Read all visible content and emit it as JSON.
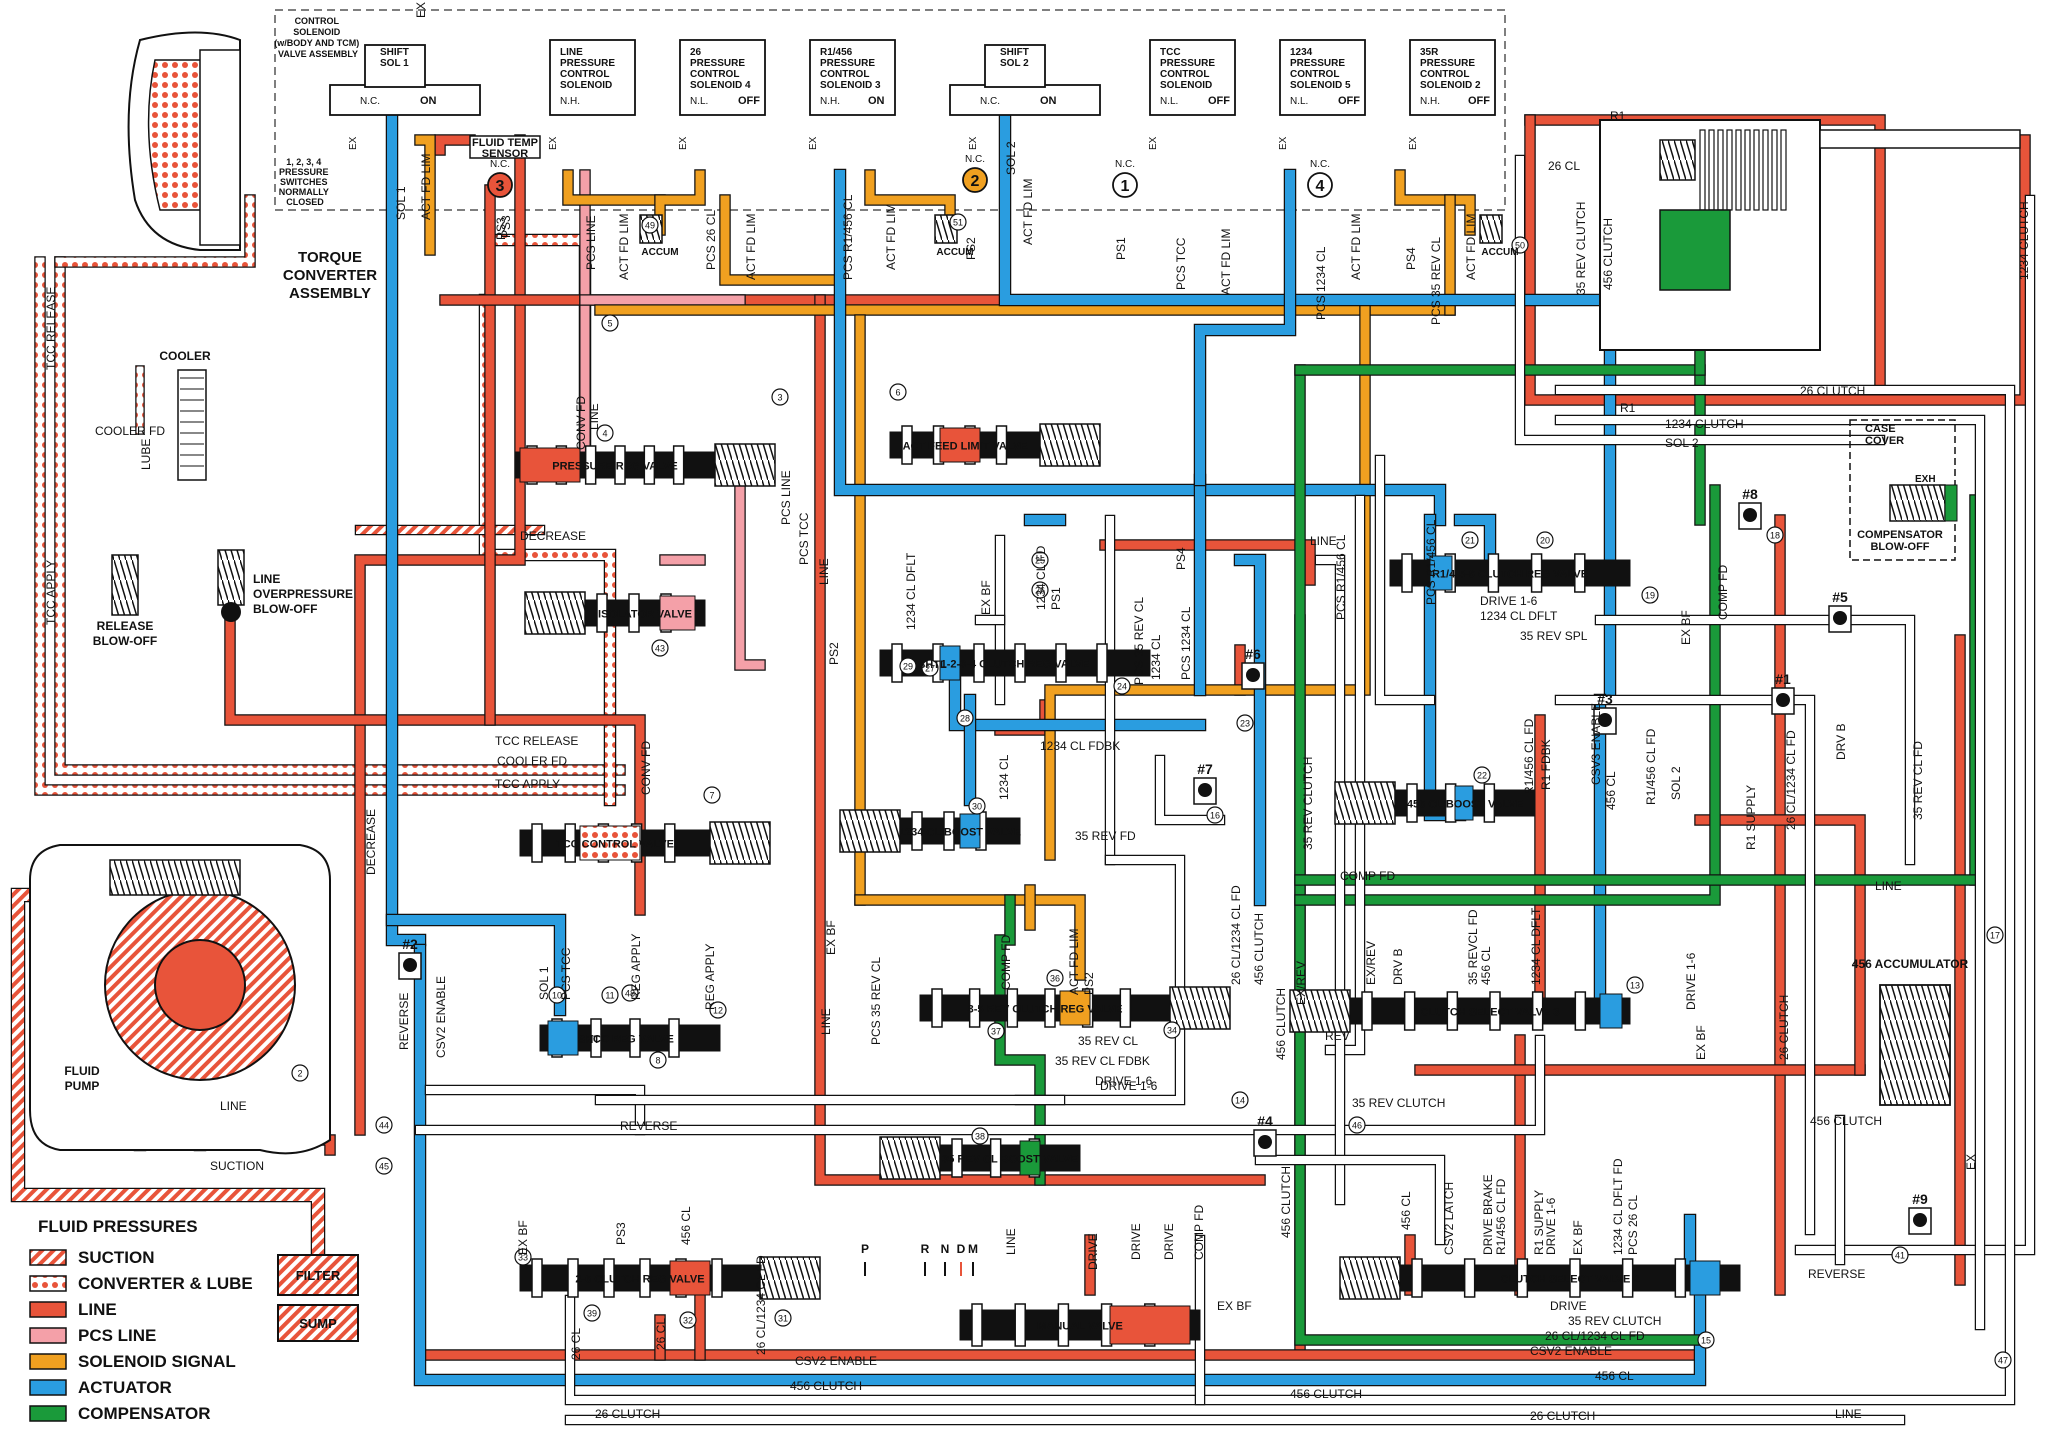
{
  "colors": {
    "suction": "#e8543a",
    "converter": "#e8543a",
    "line": "#e8543a",
    "pcs_line": "#f4a0a8",
    "solenoid_signal": "#f0a020",
    "actuator": "#2a9de0",
    "compensator": "#1a9a3a",
    "exhaust": "#ffffff",
    "body": "#111111"
  },
  "legend": {
    "title": "FLUID PRESSURES",
    "items": [
      {
        "label": "SUCTION",
        "style": "hatch"
      },
      {
        "label": "CONVERTER & LUBE",
        "style": "dots"
      },
      {
        "label": "LINE",
        "style": "solid"
      },
      {
        "label": "PCS LINE",
        "style": "pink"
      },
      {
        "label": "SOLENOID SIGNAL",
        "style": "orange"
      },
      {
        "label": "ACTUATOR",
        "style": "blue"
      },
      {
        "label": "COMPENSATOR",
        "style": "green"
      }
    ]
  },
  "header": {
    "control_solenoid": [
      "CONTROL",
      "SOLENOID",
      "(w/BODY AND TCM)",
      "VALVE ASSEMBLY"
    ],
    "pressure_switch_note": [
      "1, 2, 3, 4",
      "PRESSURE",
      "SWITCHES",
      "NORMALLY",
      "CLOSED"
    ]
  },
  "solenoids": [
    {
      "title": [
        "SHIFT",
        "SOL 1"
      ],
      "type": "N.C.",
      "state": "ON"
    },
    {
      "title": [
        "LINE",
        "PRESSURE",
        "CONTROL",
        "SOLENOID"
      ],
      "type": "N.H.",
      "state": ""
    },
    {
      "title": [
        "26",
        "PRESSURE",
        "CONTROL",
        "SOLENOID 4"
      ],
      "type": "N.L.",
      "state": "OFF"
    },
    {
      "title": [
        "R1/456",
        "PRESSURE",
        "CONTROL",
        "SOLENOID 3"
      ],
      "type": "N.H.",
      "state": "ON"
    },
    {
      "title": [
        "SHIFT",
        "SOL 2"
      ],
      "type": "N.C.",
      "state": "ON"
    },
    {
      "title": [
        "TCC",
        "PRESSURE",
        "CONTROL",
        "SOLENOID"
      ],
      "type": "N.L.",
      "state": "OFF"
    },
    {
      "title": [
        "1234",
        "PRESSURE",
        "CONTROL",
        "SOLENOID 5"
      ],
      "type": "N.L.",
      "state": "OFF"
    },
    {
      "title": [
        "35R",
        "PRESSURE",
        "CONTROL",
        "SOLENOID 2"
      ],
      "type": "N.H.",
      "state": "OFF"
    }
  ],
  "valves": [
    {
      "label": "PRESSURE REG VALVE"
    },
    {
      "label": "ACT FEED LIMIT VALVE"
    },
    {
      "label": "ISOLATOR VALVE"
    },
    {
      "label": "1-2-3-4 CLUTCH REG VALVE"
    },
    {
      "label": "SHTL"
    },
    {
      "label": "R1/4-5-6 CLUTCH REG VALVE"
    },
    {
      "label": "TCC CONTROL VALVE"
    },
    {
      "label": "1234 CL BOOST VALVE"
    },
    {
      "label": "456 CL BOOST VALVE"
    },
    {
      "label": "3-5 REV CLUTCH REG VALVE"
    },
    {
      "label": "TCC REG VALVE"
    },
    {
      "label": "SHTL"
    },
    {
      "label": "CLUTCH SELECT VALVE 3"
    },
    {
      "label": "35 REV CL BOOST VALVE"
    },
    {
      "label": "2-6 CLUTCH REG VALVE"
    },
    {
      "label": "MANUAL VALVE"
    },
    {
      "label": "CLUTCH SELECT VALVE 2"
    }
  ],
  "components": {
    "torque_converter": [
      "TORQUE",
      "CONVERTER",
      "ASSEMBLY"
    ],
    "cooler": "COOLER",
    "release_blowoff": [
      "RELEASE",
      "BLOW-OFF"
    ],
    "line_overpressure": [
      "LINE",
      "OVERPRESSURE",
      "BLOW-OFF"
    ],
    "fluid_pump": [
      "FLUID",
      "PUMP"
    ],
    "filter": "FILTER",
    "sump": "SUMP",
    "fluid_temp_sensor": [
      "FLUID TEMP",
      "SENSOR"
    ],
    "case_cover": [
      "CASE",
      "COVER"
    ],
    "compensator_blowoff": [
      "COMPENSATOR",
      "BLOW-OFF"
    ],
    "accumulator_456": "456 ACCUMULATOR",
    "accum": "ACCUM",
    "exh": "EXH",
    "manual_positions": [
      "P",
      "R",
      "N",
      "D",
      "M"
    ]
  },
  "pressure_switches": [
    "1",
    "2",
    "3",
    "4"
  ],
  "checkballs": [
    "#1",
    "#2",
    "#3",
    "#4",
    "#5",
    "#6",
    "#7",
    "#8",
    "#9"
  ],
  "passage_labels": [
    "SOL 1",
    "ACT FD LIM",
    "EX",
    "PS3",
    "PCS LINE",
    "ACT FD LIM",
    "PCS 26 CL",
    "ACT FD LIM",
    "PCS R1/456 CL",
    "ACT FD LIM",
    "PS2",
    "SOL 2",
    "ACT FD LIM",
    "PS1",
    "PCS TCC",
    "ACT FD LIM",
    "PCS 1234 CL",
    "ACT FD LIM",
    "PS4",
    "PCS 35 REV CL",
    "ACT FD LIM",
    "R1",
    "26 CL",
    "1234 CLUTCH",
    "35 REV CLUTCH",
    "456 CLUTCH",
    "26 CLUTCH",
    "1234 CLUTCH",
    "SOL 2",
    "R1",
    "COOLER FD",
    "LUBE",
    "TCC RELEASE",
    "TCC APPLY",
    "CONV FD",
    "LINE",
    "DECREASE",
    "PCS LINE",
    "PCS TCC",
    "LINE",
    "PS3",
    "TCC RELEASE",
    "COOLER FD",
    "TCC APPLY",
    "CONV FD",
    "SUCTION",
    "LINE",
    "DECREASE",
    "REVERSE",
    "CSV2 ENABLE",
    "SOL 1",
    "PCS TCC",
    "REG APPLY",
    "REG APPLY",
    "REVERSE",
    "DRIVE 1-6",
    "1234 CL DFLT",
    "EX BF",
    "1234 CL FD",
    "PS1",
    "PS2",
    "1234 CL FDBK",
    "1234 CL",
    "35 REV FD",
    "COMP FD",
    "ACT FD LIM",
    "PS2",
    "PCS 35 REV CL",
    "35 REV CL",
    "35 REV CL FDBK",
    "DRIVE 1-6",
    "EX BF",
    "LINE",
    "PCS 35 REV CL",
    "1234 CL",
    "PCS 1234 CL",
    "PS4",
    "PCS R1/456 CL",
    "35 REV CLUTCH",
    "26 CL/1234 CL FD",
    "456 CLUTCH",
    "EX/REV",
    "REV",
    "EX/REV",
    "DRV B",
    "35 REVCL FD",
    "456 CL",
    "1234 CL DFLT",
    "LINE",
    "35 REV SPL",
    "1234 CL DFLT",
    "DRIVE 1-6",
    "PCS R1/456 CL",
    "R1/456 CL FD",
    "R1 FDBK",
    "456 CL",
    "CSV3 ENABLE",
    "R1/456 CL FD",
    "SOL 2",
    "EX BF",
    "COMP FD",
    "R1 SUPPLY",
    "26 CL/1234 CL FD",
    "DRV B",
    "35 REV CL FD",
    "DRIVE 1-6",
    "EX BF",
    "26 CLUTCH",
    "456 CLUTCH",
    "456 CL",
    "CSV2 LATCH",
    "DRIVE BRAKE",
    "R1/456 CL FD",
    "R1 SUPPLY",
    "DRIVE 1-6",
    "EX BF",
    "1234 CL DFLT FD",
    "PCS 26 CL",
    "EX BF",
    "PS3",
    "456 CL",
    "26 CL",
    "26 CL",
    "26 CL/1234 CL FD",
    "CSV2 ENABLE",
    "456 CLUTCH",
    "26 CLUTCH",
    "456 CLUTCH",
    "LINE",
    "DRIVE",
    "35 REV CLUTCH",
    "26 CL/1234 CL FD",
    "CSV2 ENABLE",
    "456 CL",
    "REVERSE",
    "LINE",
    "DRIVE",
    "DRIVE",
    "DRIVE",
    "COMP FD",
    "COMP FD",
    "LINE",
    "EX",
    "EX BF",
    "35 REV CLUTCH",
    "456 CLUTCH",
    "456 CLUTCH",
    "26 CLUTCH"
  ],
  "orifice_numbers": [
    "2",
    "3",
    "4",
    "5",
    "6",
    "7",
    "8",
    "10",
    "11",
    "12",
    "13",
    "14",
    "15",
    "16",
    "17",
    "18",
    "19",
    "20",
    "21",
    "22",
    "23",
    "24",
    "25",
    "26",
    "27",
    "28",
    "29",
    "30",
    "31",
    "32",
    "33",
    "34",
    "36",
    "37",
    "38",
    "39",
    "41",
    "43",
    "44",
    "45",
    "46",
    "47",
    "48",
    "49",
    "50",
    "51"
  ]
}
